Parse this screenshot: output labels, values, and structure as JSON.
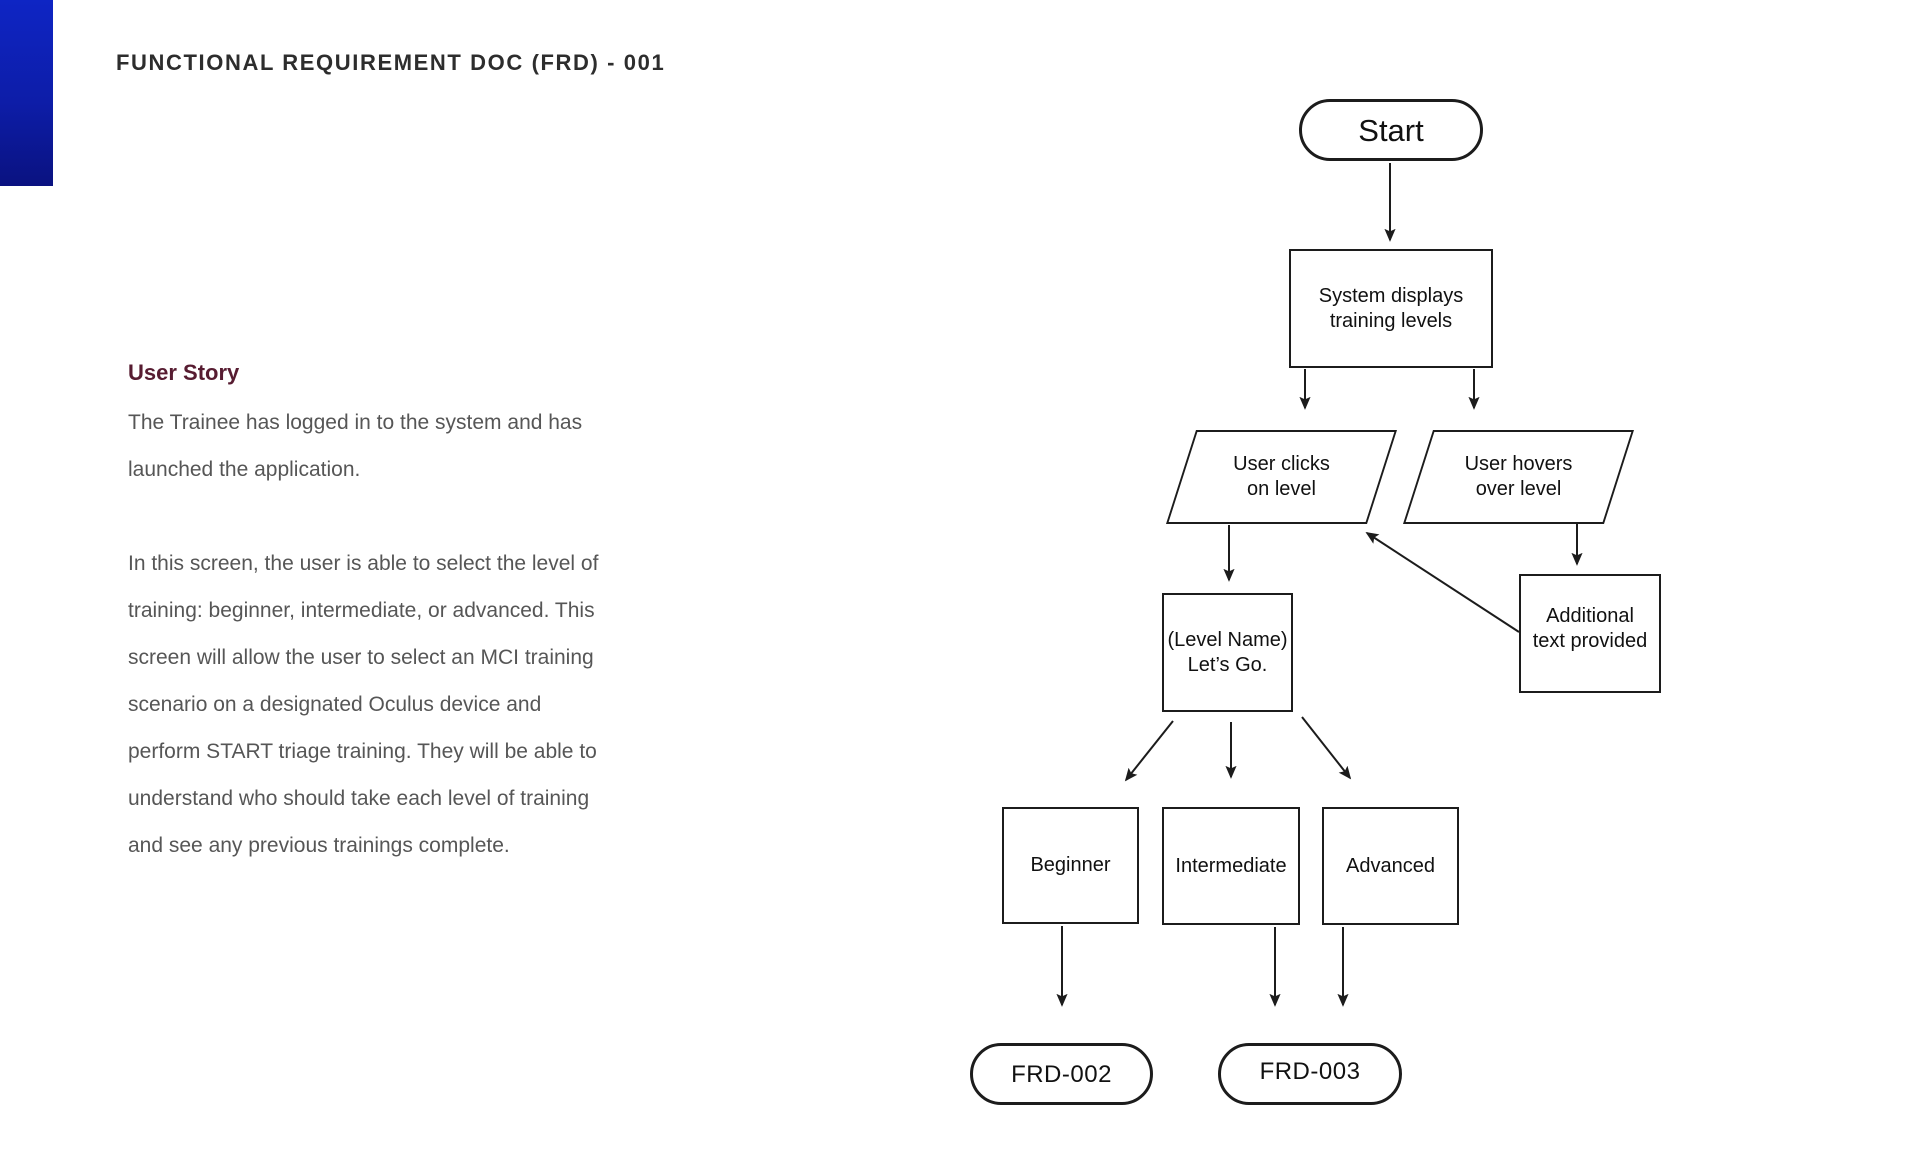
{
  "document": {
    "title": "FUNCTIONAL REQUIREMENT DOC (FRD) - 001",
    "user_story": {
      "heading": "User Story",
      "paragraph1": "The Trainee has logged in to the system and has\nlaunched the application.",
      "paragraph2": "In this screen, the user is able to select the level of\ntraining: beginner, intermediate, or advanced. This\nscreen will allow the user to select an MCI training\nscenario on a designated Oculus device and\nperform START triage training. They will be able to\nunderstand who should take each level of training\nand see any previous trainings complete."
    }
  },
  "flowchart": {
    "nodes": {
      "start": {
        "label": "Start",
        "shape": "terminator"
      },
      "system_displays": {
        "label": "System displays\ntraining levels",
        "shape": "process"
      },
      "user_clicks": {
        "label": "User clicks\non level",
        "shape": "input-output"
      },
      "user_hovers": {
        "label": "User hovers\nover level",
        "shape": "input-output"
      },
      "level_name": {
        "label": "(Level Name)\nLet’s Go.",
        "shape": "process"
      },
      "additional_text": {
        "label": "Additional\ntext provided",
        "shape": "process"
      },
      "beginner": {
        "label": "Beginner",
        "shape": "process"
      },
      "intermediate": {
        "label": "Intermediate",
        "shape": "process"
      },
      "advanced": {
        "label": "Advanced",
        "shape": "process"
      },
      "frd_002": {
        "label": "FRD-002",
        "shape": "terminator"
      },
      "frd_003": {
        "label": "FRD-003",
        "shape": "terminator"
      }
    }
  },
  "colors": {
    "accent_bar_top": "#0e25c4",
    "accent_bar_bottom": "#0a1280",
    "title_text": "#2d2d2d",
    "heading_maroon": "#571c31",
    "body_gray": "#565656",
    "flow_stroke": "#1c1c1c",
    "background": "#ffffff"
  }
}
